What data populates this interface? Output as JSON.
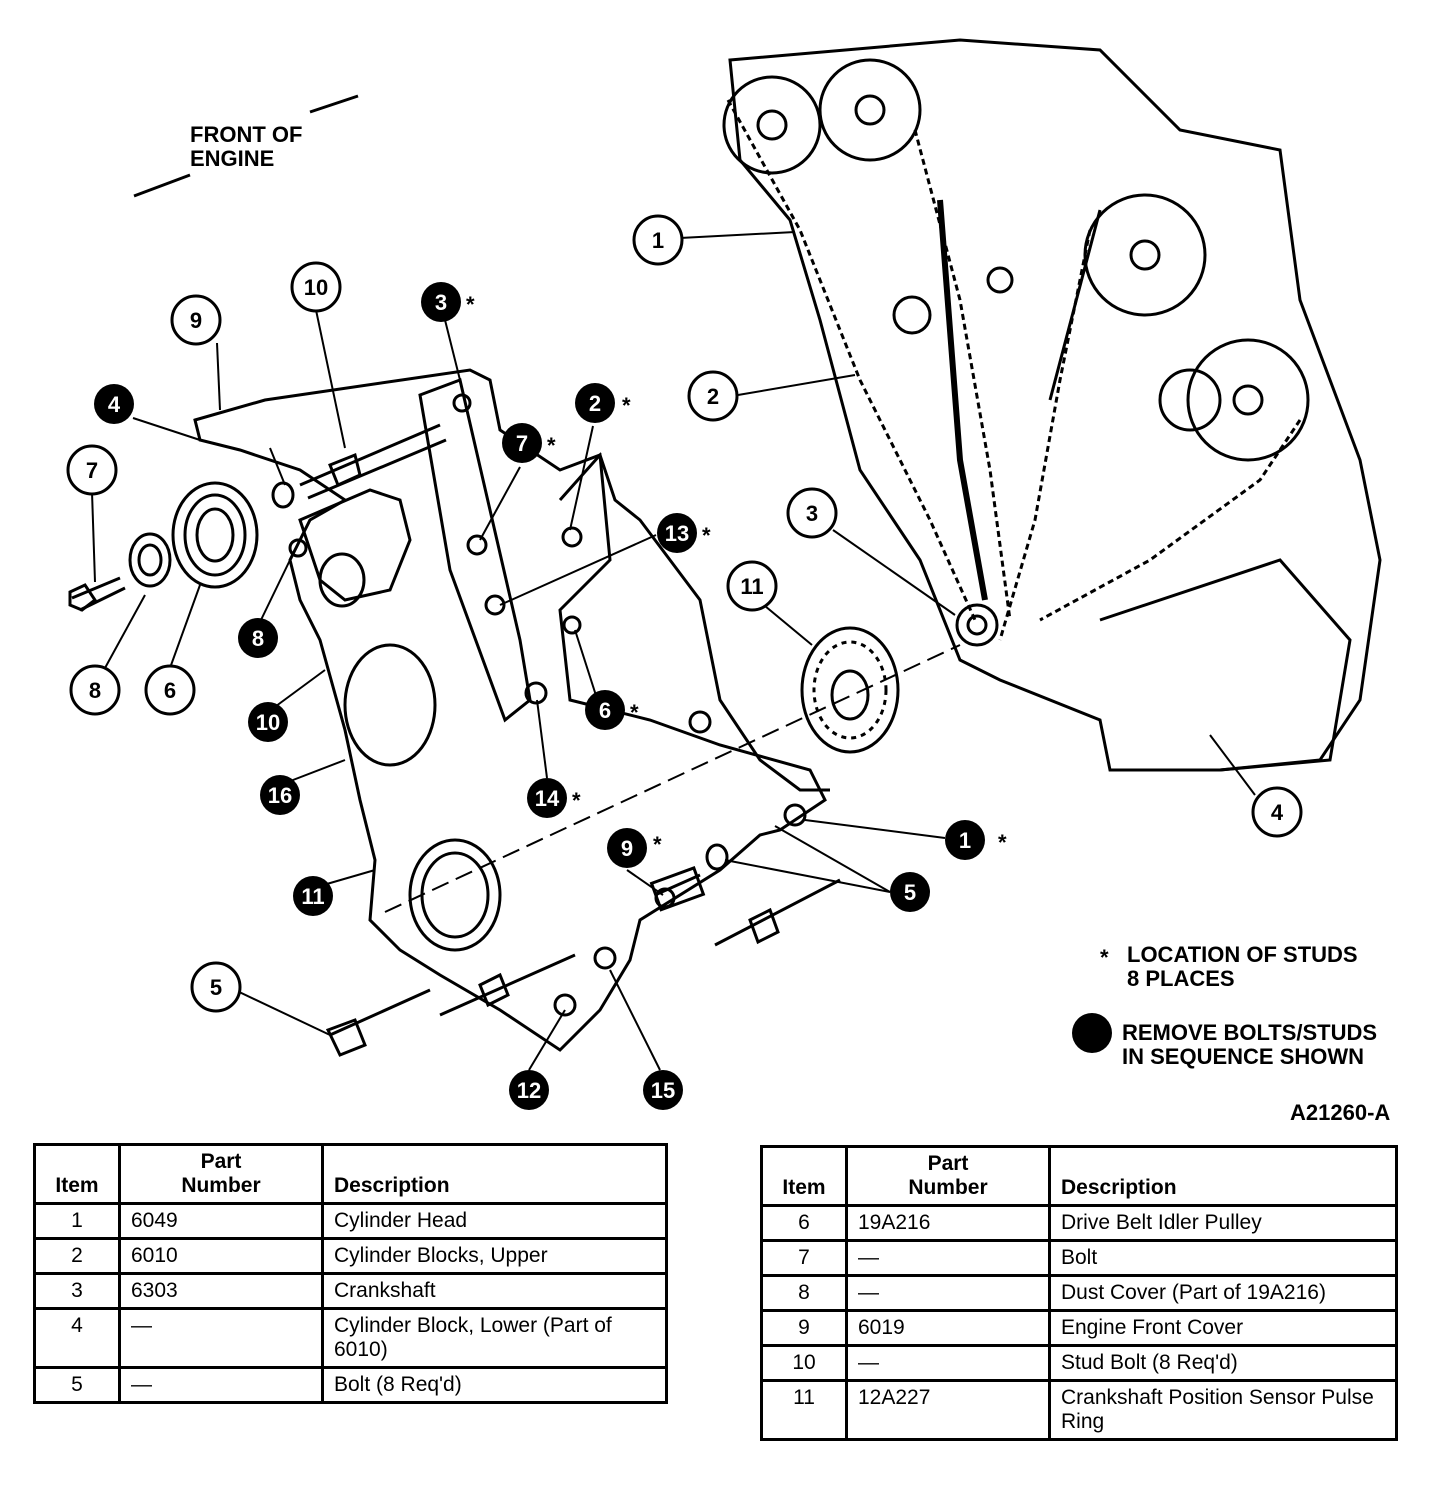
{
  "diagram": {
    "front_label": [
      "FRONT OF",
      "ENGINE"
    ],
    "legend": {
      "studs": [
        "LOCATION OF STUDS",
        "8 PLACES"
      ],
      "sequence": [
        "REMOVE BOLTS/STUDS",
        "IN SEQUENCE SHOWN"
      ]
    },
    "figure_id": "A21260-A",
    "open_callouts": [
      {
        "id": "c-1",
        "text": "1"
      },
      {
        "id": "c-2",
        "text": "2"
      },
      {
        "id": "c-3",
        "text": "3"
      },
      {
        "id": "c-4",
        "text": "4"
      },
      {
        "id": "c-5",
        "text": "5"
      },
      {
        "id": "c-6",
        "text": "6"
      },
      {
        "id": "c-7",
        "text": "7"
      },
      {
        "id": "c-8",
        "text": "8"
      },
      {
        "id": "c-9",
        "text": "9"
      },
      {
        "id": "c-10",
        "text": "10"
      },
      {
        "id": "c-11",
        "text": "11"
      }
    ],
    "sequence_callouts": [
      {
        "id": "s-1",
        "text": "1",
        "star": true
      },
      {
        "id": "s-2",
        "text": "2",
        "star": true
      },
      {
        "id": "s-3",
        "text": "3",
        "star": true
      },
      {
        "id": "s-4",
        "text": "4",
        "star": false
      },
      {
        "id": "s-5",
        "text": "5",
        "star": false
      },
      {
        "id": "s-6",
        "text": "6",
        "star": true
      },
      {
        "id": "s-7",
        "text": "7",
        "star": true
      },
      {
        "id": "s-8",
        "text": "8",
        "star": false
      },
      {
        "id": "s-9",
        "text": "9",
        "star": true
      },
      {
        "id": "s-10",
        "text": "10",
        "star": false
      },
      {
        "id": "s-11",
        "text": "11",
        "star": false
      },
      {
        "id": "s-12",
        "text": "12",
        "star": false
      },
      {
        "id": "s-13",
        "text": "13",
        "star": true
      },
      {
        "id": "s-14",
        "text": "14",
        "star": true
      },
      {
        "id": "s-15",
        "text": "15",
        "star": false
      },
      {
        "id": "s-16",
        "text": "16",
        "star": false
      }
    ],
    "star_symbol": "*"
  },
  "table_left": {
    "headers": {
      "item": "Item",
      "part": [
        "Part",
        "Number"
      ],
      "desc": "Description"
    },
    "rows": [
      {
        "item": "1",
        "part": "6049",
        "desc": "Cylinder Head"
      },
      {
        "item": "2",
        "part": "6010",
        "desc": "Cylinder Blocks, Upper"
      },
      {
        "item": "3",
        "part": "6303",
        "desc": "Crankshaft"
      },
      {
        "item": "4",
        "part": "—",
        "desc": "Cylinder Block, Lower (Part of 6010)"
      },
      {
        "item": "5",
        "part": "—",
        "desc": "Bolt (8 Req'd)"
      }
    ]
  },
  "table_right": {
    "headers": {
      "item": "Item",
      "part": [
        "Part",
        "Number"
      ],
      "desc": "Description"
    },
    "rows": [
      {
        "item": "6",
        "part": "19A216",
        "desc": "Drive Belt Idler Pulley"
      },
      {
        "item": "7",
        "part": "—",
        "desc": "Bolt"
      },
      {
        "item": "8",
        "part": "—",
        "desc": "Dust Cover (Part of 19A216)"
      },
      {
        "item": "9",
        "part": "6019",
        "desc": "Engine Front Cover"
      },
      {
        "item": "10",
        "part": "—",
        "desc": "Stud Bolt (8 Req'd)"
      },
      {
        "item": "11",
        "part": "12A227",
        "desc": "Crankshaft Position Sensor Pulse Ring"
      }
    ]
  }
}
